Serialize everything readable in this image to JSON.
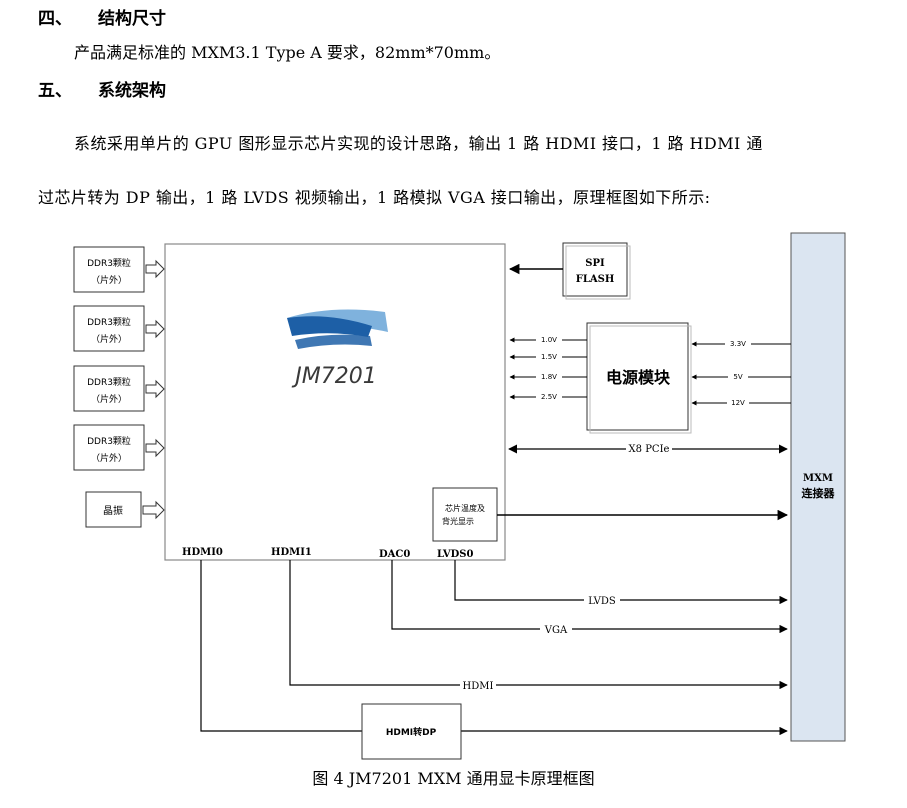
{
  "section4": {
    "num": "四、",
    "title": "结构尺寸",
    "text": "产品满足标准的 MXM3.1 Type A 要求，82mm*70mm。"
  },
  "section5": {
    "num": "五、",
    "title": "系统架构",
    "text_line1": "系统采用单片的 GPU 图形显示芯片实现的设计思路，输出 1 路 HDMI 接口，1 路 HDMI 通",
    "text_line2": "过芯片转为 DP 输出，1 路 LVDS 视频输出，1 路模拟 VGA  接口输出，原理框图如下所示:"
  },
  "diagram": {
    "ddr": [
      {
        "l1": "DDR3颗粒",
        "l2": "（片外）"
      },
      {
        "l1": "DDR3颗粒",
        "l2": "（片外）"
      },
      {
        "l1": "DDR3颗粒",
        "l2": "（片外）"
      },
      {
        "l1": "DDR3颗粒",
        "l2": "（片外）"
      }
    ],
    "crystal": "晶振",
    "chip_logo_text": "JM7201",
    "spi_l1": "SPI",
    "spi_l2": "FLASH",
    "power_label": "电源模块",
    "out_volts": [
      "1.0V",
      "1.5V",
      "1.8V",
      "2.5V"
    ],
    "in_volts": [
      "3.3V",
      "5V",
      "12V"
    ],
    "pcie_label": "X8 PCIe",
    "temp_l1": "芯片温度及",
    "temp_l2": "背光显示",
    "ports": [
      "HDMI0",
      "HDMI1",
      "DAC0",
      "LVDS0"
    ],
    "lvds_label": "LVDS",
    "vga_label": "VGA",
    "hdmi_label": "HDMI",
    "hdmi_dp_label": "HDMI转DP",
    "mxm_l1": "MXM",
    "mxm_l2": "连接器",
    "logo_colors": {
      "dark": "#1d5fa6",
      "light": "#7fb2dd",
      "text": "#3a3a3a"
    }
  },
  "caption": "图 4   JM7201 MXM 通用显卡原理框图"
}
